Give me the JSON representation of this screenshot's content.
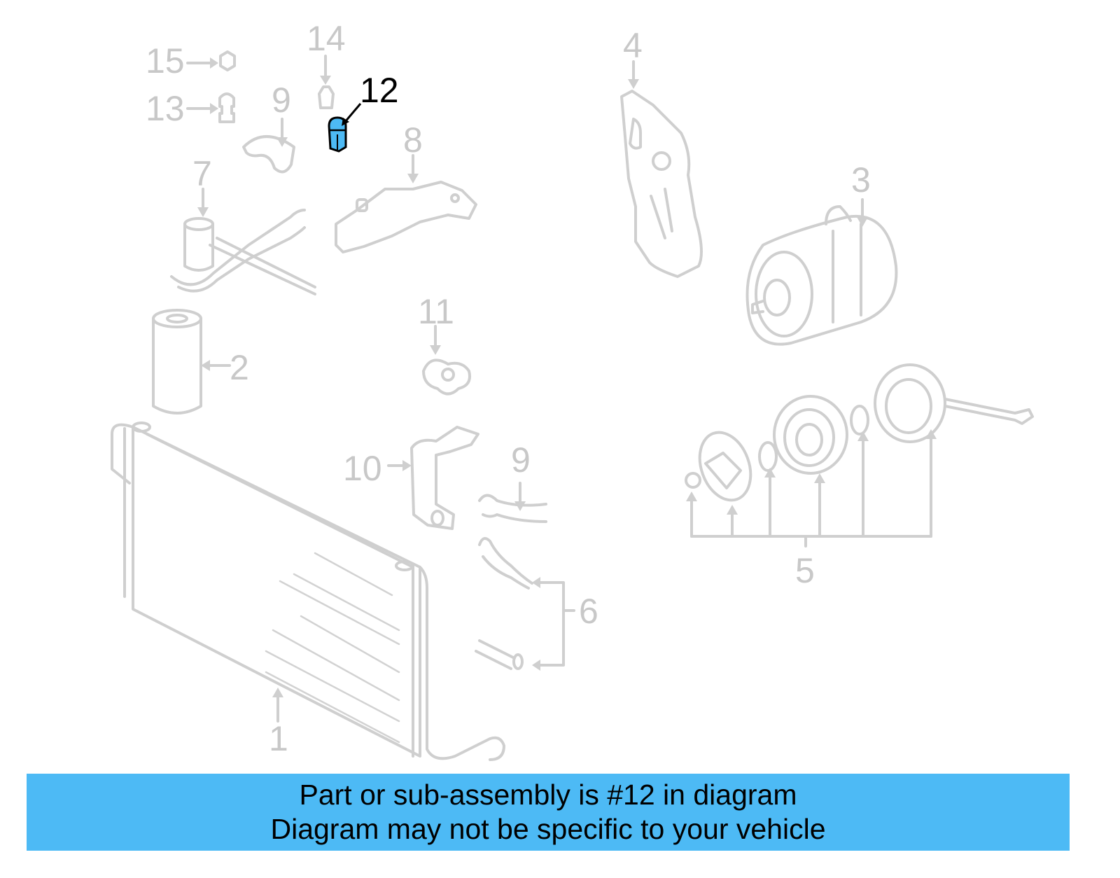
{
  "diagram": {
    "highlighted_part": "12",
    "highlight_color": "#4dbaf5",
    "callouts": [
      {
        "id": "1",
        "label": "1"
      },
      {
        "id": "2",
        "label": "2"
      },
      {
        "id": "3",
        "label": "3"
      },
      {
        "id": "4",
        "label": "4"
      },
      {
        "id": "5",
        "label": "5"
      },
      {
        "id": "6",
        "label": "6"
      },
      {
        "id": "7",
        "label": "7"
      },
      {
        "id": "8",
        "label": "8"
      },
      {
        "id": "9a",
        "label": "9"
      },
      {
        "id": "9b",
        "label": "9"
      },
      {
        "id": "10",
        "label": "10"
      },
      {
        "id": "11",
        "label": "11"
      },
      {
        "id": "12",
        "label": "12"
      },
      {
        "id": "13",
        "label": "13"
      },
      {
        "id": "14",
        "label": "14"
      },
      {
        "id": "15",
        "label": "15"
      }
    ]
  },
  "banner": {
    "line1": "Part or sub-assembly is #12 in diagram",
    "line2": "Diagram may not be specific to your vehicle",
    "background": "#4dbaf5"
  }
}
